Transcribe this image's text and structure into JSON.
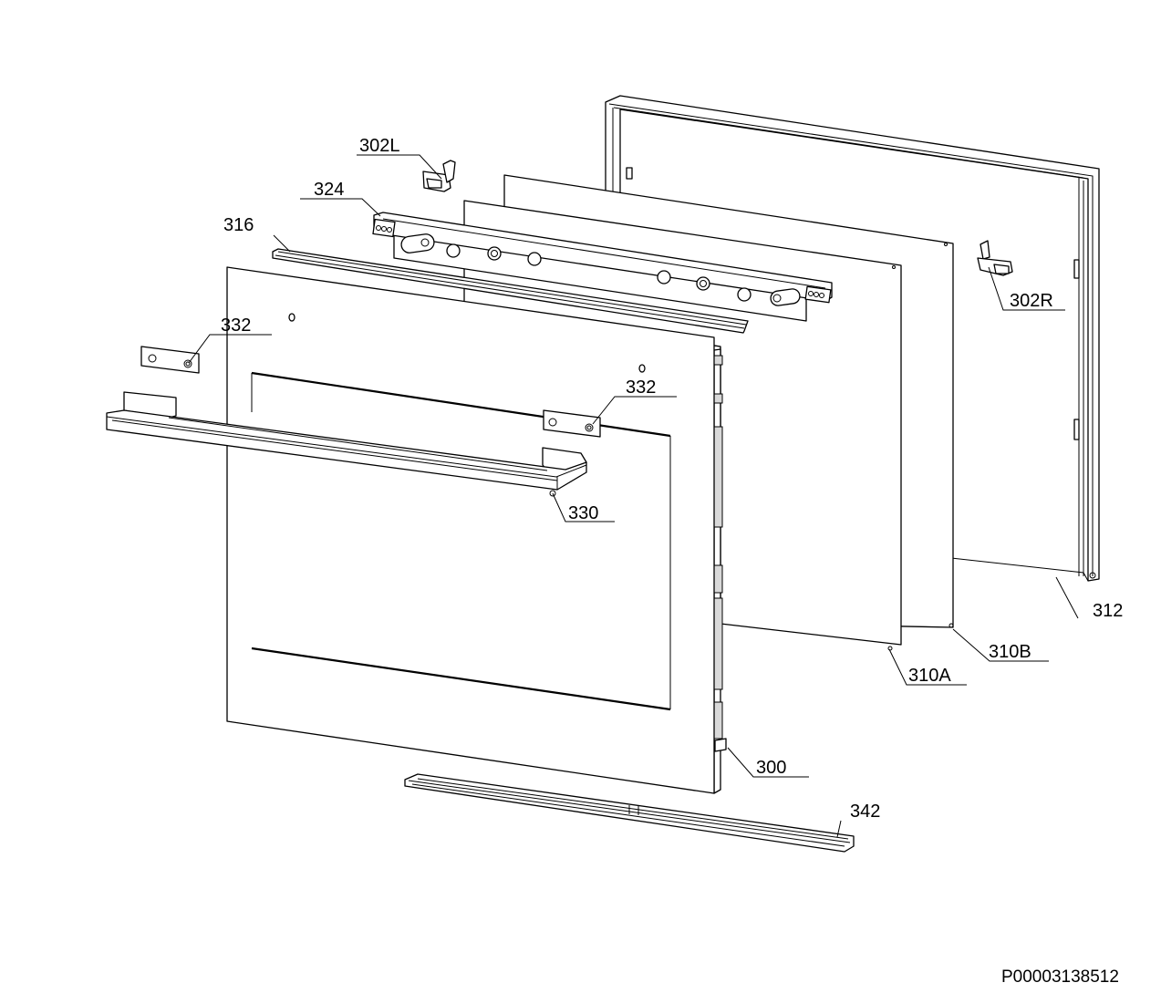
{
  "labels": {
    "hinge_left": "302L",
    "hinge_right": "302R",
    "hinge_strip": "324",
    "seal_strip": "316",
    "bracket_left": "332",
    "bracket_right": "332",
    "handle": "330",
    "outer_glass": "300",
    "bottom_profile": "342",
    "inner_glass_a": "310A",
    "inner_glass_b": "310B",
    "door_frame": "312"
  },
  "drawing_code": "P00003138512"
}
